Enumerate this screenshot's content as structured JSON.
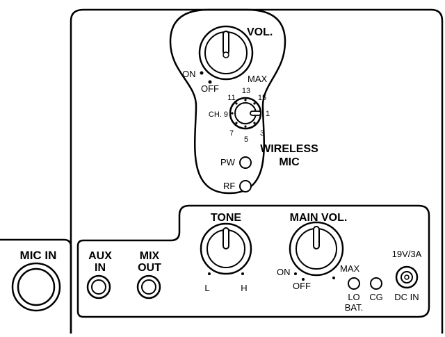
{
  "colors": {
    "line": "#000000",
    "background": "#ffffff"
  },
  "wireless_panel": {
    "vol_label": "VOL.",
    "vol_on": "ON",
    "vol_off": "OFF",
    "vol_max": "MAX",
    "channel_label": "CH. 9",
    "channel_numbers": {
      "c11": "11",
      "c13": "13",
      "c15": "15",
      "c1": "1",
      "c3": "3",
      "c5": "5",
      "c7": "7"
    },
    "title_line1": "WIRELESS",
    "title_line2": "MIC",
    "pw_label": "PW",
    "rf_label": "RF"
  },
  "lower_panel": {
    "tone_label": "TONE",
    "tone_low": "L",
    "tone_high": "H",
    "main_vol_label": "MAIN VOL.",
    "main_on": "ON",
    "main_off": "OFF",
    "main_max": "MAX",
    "lo_bat_line1": "LO",
    "lo_bat_line2": "BAT.",
    "cg_label": "CG",
    "power_rating": "19V/3A",
    "dc_in_label": "DC IN"
  },
  "jacks": {
    "aux_line1": "AUX",
    "aux_line2": "IN",
    "mix_line1": "MIX",
    "mix_line2": "OUT",
    "mic_in_label": "MIC IN"
  }
}
